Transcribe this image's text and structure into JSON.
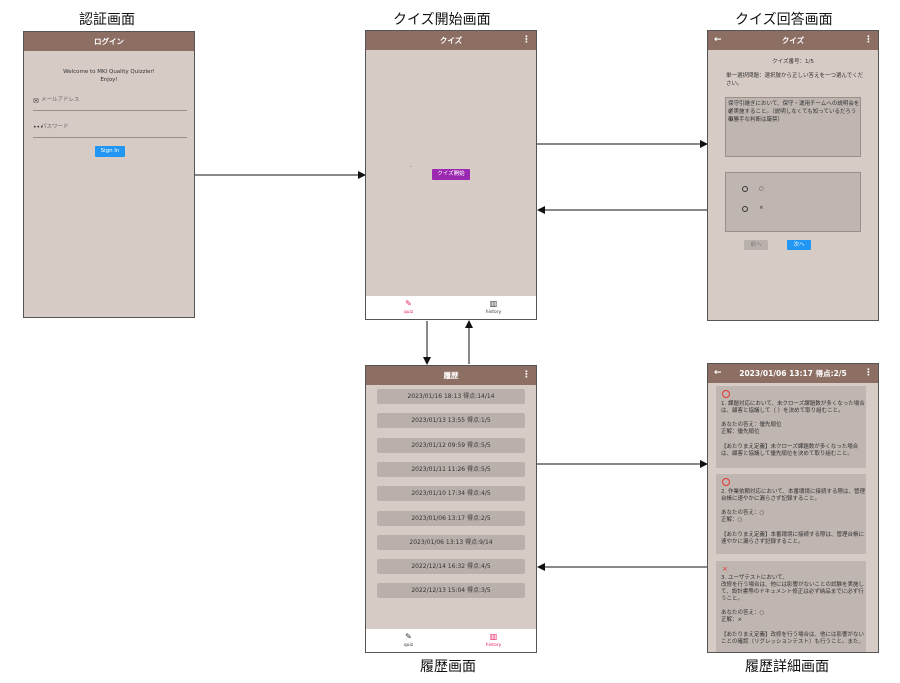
{
  "titles": {
    "auth": "認証画面",
    "quiz_start": "クイズ開始画面",
    "quiz_answer": "クイズ回答画面",
    "history": "履歴画面",
    "history_detail": "履歴詳細画面"
  },
  "login": {
    "appbar": "ログイン",
    "welcome": "Welcome to MKI Quality Quizzler!",
    "enjoy": "Enjoy!",
    "email_placeholder": "メールアドレス",
    "password_placeholder": "パスワード",
    "signin": "Sign In"
  },
  "quiz_start": {
    "appbar": "クイズ",
    "dot": "·",
    "start_button": "クイズ開始"
  },
  "quiz_answer": {
    "appbar": "クイズ",
    "question_no": "クイズ番号：1/5",
    "instruction_1": "単一選択問題：選択肢から正しい答えを一つ選んでくだ",
    "instruction_2": "さい。",
    "question_1": "保守引継ぎにおいて、保守・運用チームへの説明会を必",
    "question_2": "ず実施すること。（説明しなくても知っているだろう事",
    "question_3": "の勝手な判断は厳禁）",
    "option_1": "○",
    "option_2": "×",
    "prev": "前へ",
    "next": "次へ"
  },
  "nav": {
    "quiz_icon": "✎",
    "quiz_label": "quiz",
    "history_icon": "▥",
    "history_label": "history"
  },
  "history": {
    "appbar": "履歴",
    "items": [
      "2023/01/16  18:13    得点:14/14",
      "2023/01/13  13:55    得点:1/5",
      "2023/01/12  09:59    得点:5/5",
      "2023/01/11  11:26    得点:5/5",
      "2023/01/10  17:34    得点:4/5",
      "2023/01/06  13:17    得点:2/5",
      "2023/01/06  13:13    得点:9/14",
      "2022/12/14  16:32    得点:4/5",
      "2022/12/13  15:04    得点:3/5"
    ]
  },
  "history_detail": {
    "appbar": "2023/01/06  13:17    得点:2/5",
    "cards": [
      {
        "mark": "○",
        "q1": "1. 課題対応において、未クローズ課題数が多くなった場合",
        "q2": "は、顧客と協議して（    ）を決めて取り組むこと。",
        "yours": "あなたの答え：優先順位",
        "correct": "正解：優先順位",
        "exp1": "【あたりまえ定義】未クローズ課題数が多くなった場合",
        "exp2": "は、顧客と協議して優先順位を決めて取り組むこと。"
      },
      {
        "mark": "○",
        "q1": "2. 作業依頼対応において、本番環境に接続する際は、管理",
        "q2": "台帳に速やかに漏らさず記録すること。",
        "yours": "あなたの答え：○",
        "correct": "正解：○",
        "exp1": "【あたりまえ定義】本番環境に接続する際は、管理台帳に",
        "exp2": "速やかに漏らさず記録すること。"
      },
      {
        "mark": "×",
        "q1": "3. ユーザテストにおいて、",
        "q2": "改修を行う場合は、他には影響がないことの試験を実施し",
        "q3": "て、設計書等のドキュメント修正は必ず納品までに必ず行",
        "q4": "うこと。",
        "yours": "あなたの答え：○",
        "correct": "正解：×",
        "exp1": "【あたりまえ定義】改修を行う場合は、他には影響がない",
        "exp2": "ことの確認（リグレッションテスト）も行うこと。また、"
      }
    ]
  }
}
